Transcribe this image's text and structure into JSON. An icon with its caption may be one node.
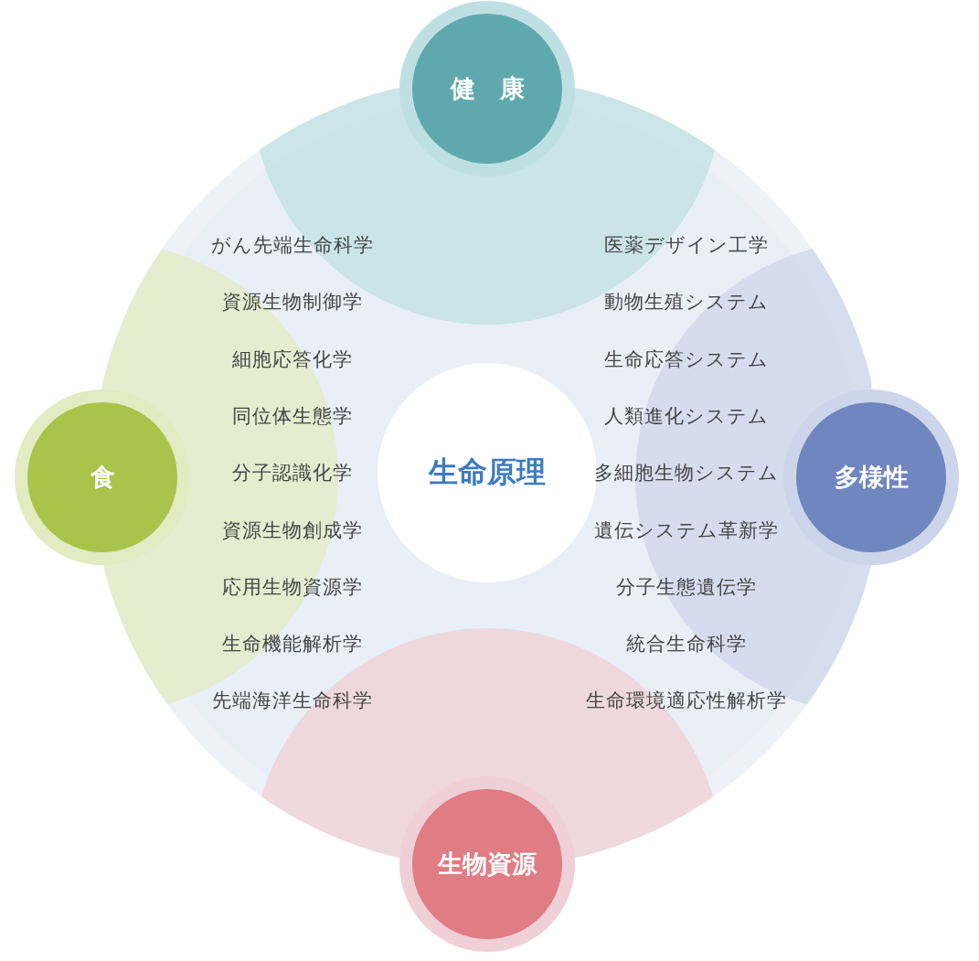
{
  "diagram": {
    "nodes": [
      {
        "text": [
          "健　康"
        ]
      },
      {
        "text": [
          "食"
        ]
      },
      {
        "text": [
          "生命原理"
        ]
      },
      {
        "text": [
          "多様性"
        ]
      },
      {
        "text": [
          "生物資源"
        ]
      }
    ],
    "labels": [
      "がん先端生命科学",
      "医薬デザイン工学",
      "資源生物制御学",
      "動物生殖システム",
      "細胞応答化学",
      "生命応答システム",
      "同位体生態学",
      "人類進化システム",
      "分子認識化学",
      "多細胞生物システム",
      "資源生物創成学",
      "遺伝システム革新学",
      "応用生物資源学",
      "分子生態遺伝学",
      "生命機能解析学",
      "統合生命科学",
      "先端海洋生命科学",
      "生命環境適応性解析学"
    ]
  }
}
